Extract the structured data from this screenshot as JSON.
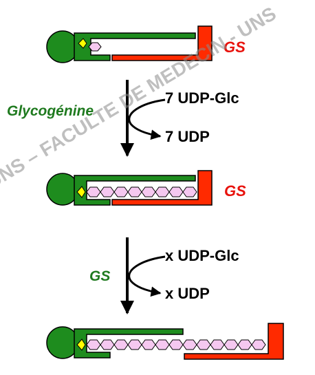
{
  "watermark": "UNS – FACULTE DE MEDECIN - UNS",
  "step1": {
    "enzyme": "Glycogénine",
    "substrate": "7 UDP-Glc",
    "product": "7 UDP"
  },
  "step2": {
    "enzyme": "GS",
    "substrate": "x UDP-Glc",
    "product": "x UDP"
  },
  "complex_labels": {
    "top": "GS",
    "middle": "GS"
  },
  "colors": {
    "glycogenin": "#1e8c1e",
    "glycogen_synthase": "#ff2a00",
    "glucose": "#f5c8f0",
    "primer": "#ffff00",
    "arrow": "#000000"
  }
}
